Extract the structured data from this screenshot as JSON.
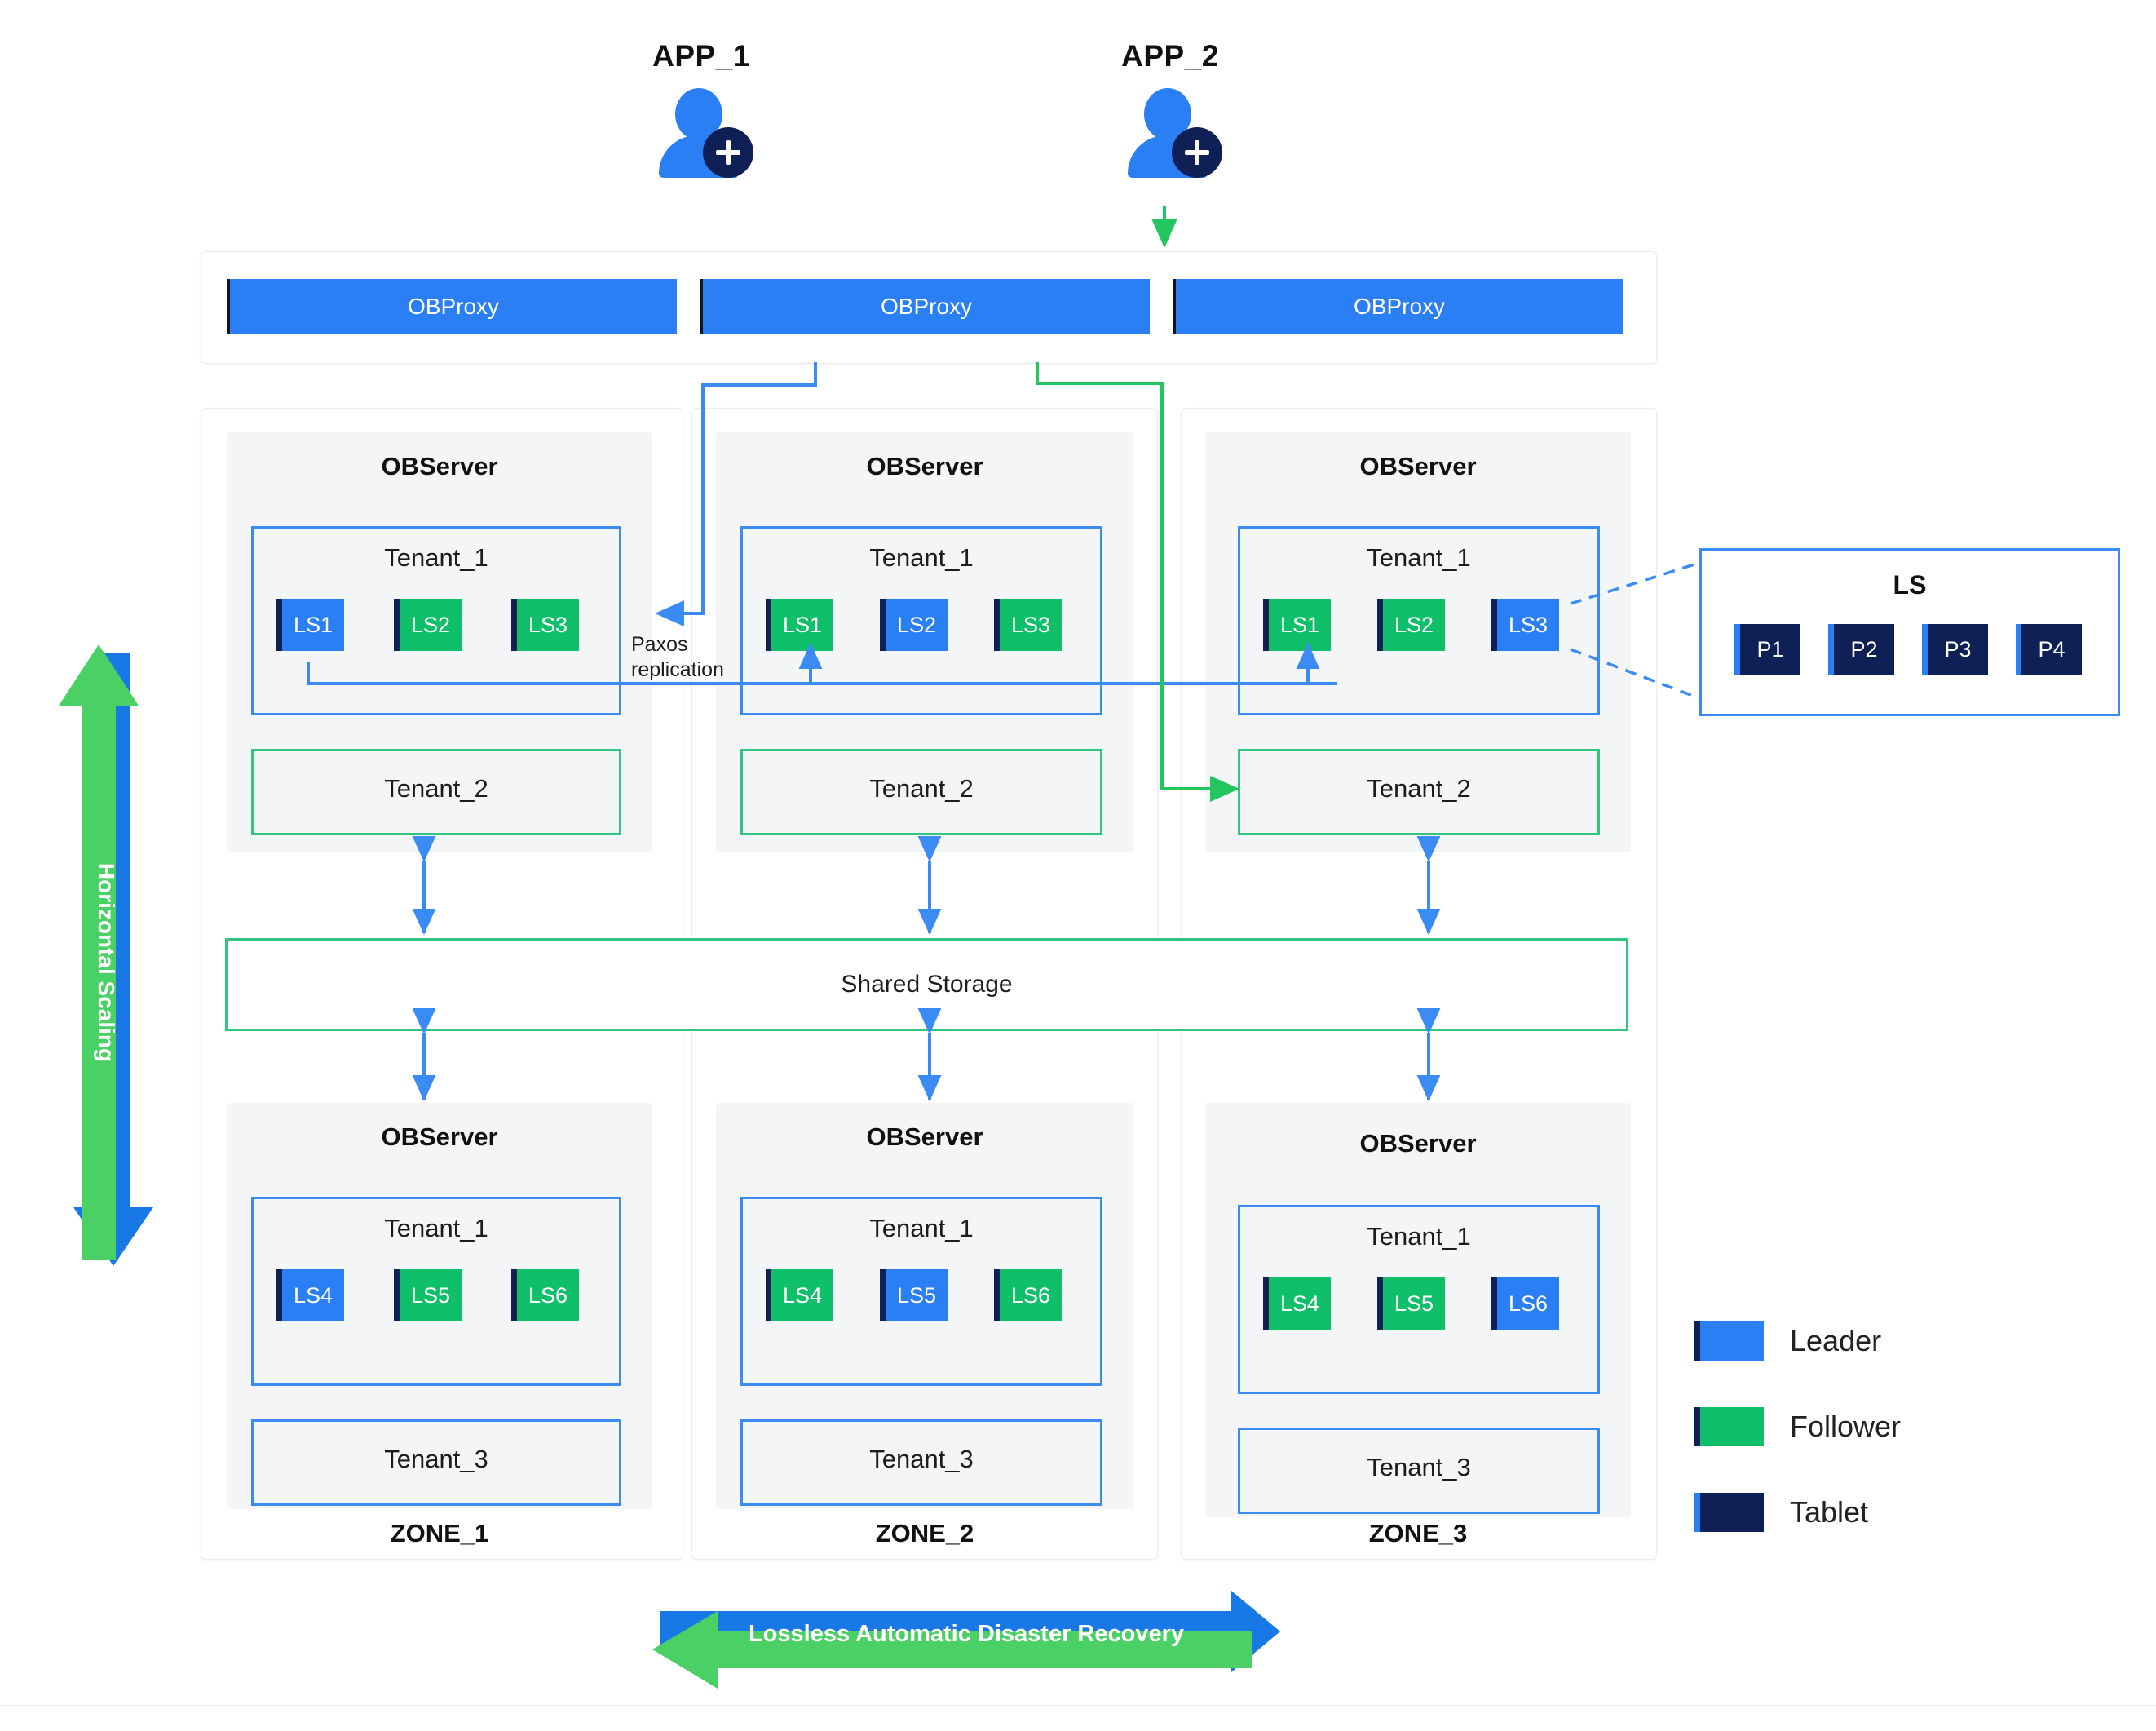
{
  "apps": [
    {
      "label": "APP_1",
      "icon": "user-add-icon"
    },
    {
      "label": "APP_2",
      "icon": "user-add-icon"
    }
  ],
  "proxy_layer": {
    "proxies": [
      {
        "label": "OBProxy"
      },
      {
        "label": "OBProxy"
      },
      {
        "label": "OBProxy"
      }
    ]
  },
  "observer_title": "OBServer",
  "shared_storage": {
    "label": "Shared Storage"
  },
  "paxos": {
    "line1": "Paxos",
    "line2": "replication"
  },
  "zones": [
    {
      "name": "ZONE_1",
      "top": {
        "title": "OBServer",
        "tenant1": {
          "label": "Tenant_1",
          "units": [
            {
              "label": "LS1",
              "role": "leader"
            },
            {
              "label": "LS2",
              "role": "follower"
            },
            {
              "label": "LS3",
              "role": "follower"
            }
          ]
        },
        "tenant2": {
          "label": "Tenant_2"
        }
      },
      "bottom": {
        "title": "OBServer",
        "tenant1": {
          "label": "Tenant_1",
          "units": [
            {
              "label": "LS4",
              "role": "leader"
            },
            {
              "label": "LS5",
              "role": "follower"
            },
            {
              "label": "LS6",
              "role": "follower"
            }
          ]
        },
        "tenant3": {
          "label": "Tenant_3"
        }
      }
    },
    {
      "name": "ZONE_2",
      "top": {
        "title": "OBServer",
        "tenant1": {
          "label": "Tenant_1",
          "units": [
            {
              "label": "LS1",
              "role": "follower"
            },
            {
              "label": "LS2",
              "role": "leader"
            },
            {
              "label": "LS3",
              "role": "follower"
            }
          ]
        },
        "tenant2": {
          "label": "Tenant_2"
        }
      },
      "bottom": {
        "title": "OBServer",
        "tenant1": {
          "label": "Tenant_1",
          "units": [
            {
              "label": "LS4",
              "role": "follower"
            },
            {
              "label": "LS5",
              "role": "leader"
            },
            {
              "label": "LS6",
              "role": "follower"
            }
          ]
        },
        "tenant3": {
          "label": "Tenant_3"
        }
      }
    },
    {
      "name": "ZONE_3",
      "top": {
        "title": "OBServer",
        "tenant1": {
          "label": "Tenant_1",
          "units": [
            {
              "label": "LS1",
              "role": "follower"
            },
            {
              "label": "LS2",
              "role": "follower"
            },
            {
              "label": "LS3",
              "role": "leader"
            }
          ]
        },
        "tenant2": {
          "label": "Tenant_2"
        }
      },
      "bottom": {
        "title": "OBServer",
        "tenant1": {
          "label": "Tenant_1",
          "units": [
            {
              "label": "LS4",
              "role": "follower"
            },
            {
              "label": "LS5",
              "role": "follower"
            },
            {
              "label": "LS6",
              "role": "leader"
            }
          ]
        },
        "tenant3": {
          "label": "Tenant_3"
        }
      }
    }
  ],
  "ls_detail": {
    "title": "LS",
    "partitions": [
      {
        "label": "P1"
      },
      {
        "label": "P2"
      },
      {
        "label": "P3"
      },
      {
        "label": "P4"
      }
    ]
  },
  "legend": {
    "items": [
      {
        "label": "Leader",
        "role": "leader",
        "color": "#2b7ff5"
      },
      {
        "label": "Follower",
        "role": "follower",
        "color": "#10bf69"
      },
      {
        "label": "Tablet",
        "role": "tablet",
        "color": "#0e2055"
      }
    ]
  },
  "scaling_arrow": {
    "label": "Horizontal Scaling"
  },
  "recovery_arrow": {
    "label": "Lossless Automatic Disaster Recovery"
  },
  "colors": {
    "leader_blue": "#2b7ff5",
    "follower_green": "#10bf69",
    "tablet_navy": "#0e2055",
    "arrow_green": "#4bd065",
    "arrow_blue": "#1879e6",
    "border_blue": "#3b8bf5",
    "border_green": "#33c481"
  }
}
